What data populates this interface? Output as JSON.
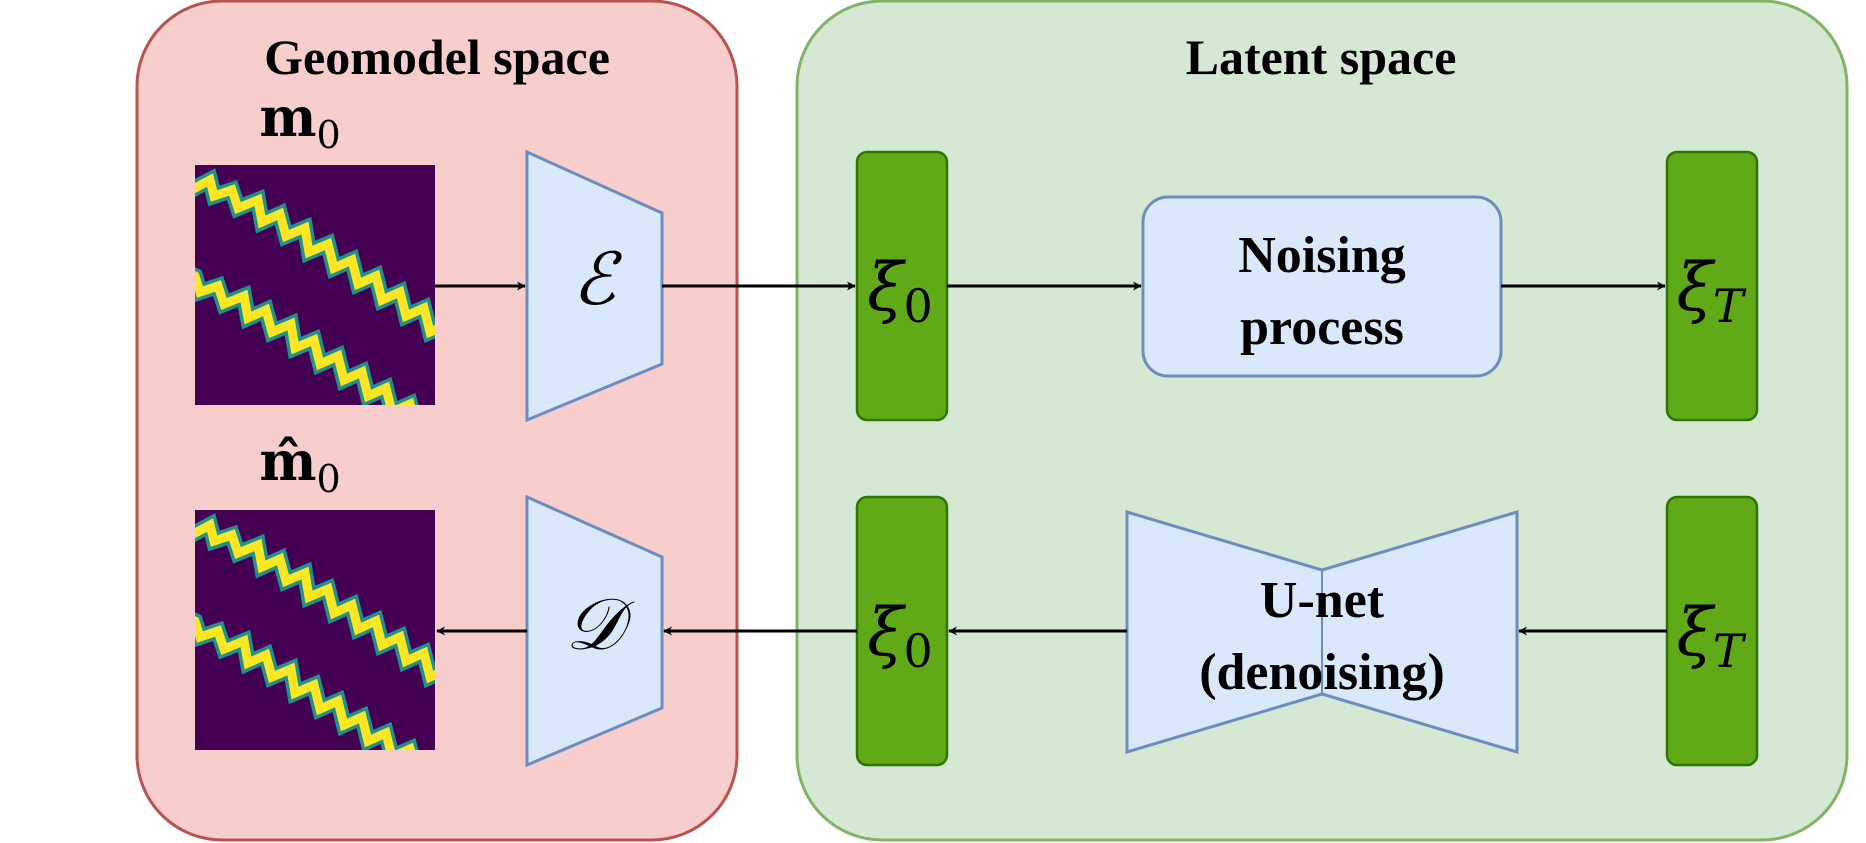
{
  "panels": {
    "geomodel": {
      "title": "Geomodel space"
    },
    "latent": {
      "title": "Latent space"
    }
  },
  "labels": {
    "m0": {
      "base": "m",
      "sub": "0"
    },
    "m0_hat": {
      "base": "m̂",
      "sub": "0"
    },
    "encoder": "ℰ",
    "decoder": "𝒟",
    "xi": "ξ",
    "sub_zero": "0",
    "sub_T": "T"
  },
  "boxes": {
    "noising": {
      "line1": "Noising",
      "line2": "process"
    },
    "unet": {
      "line1": "U-net",
      "line2": "(denoising)"
    }
  },
  "colors": {
    "geomodel_fill": "#f8cecc",
    "geomodel_stroke": "#b85450",
    "latent_fill": "#d5e8d4",
    "latent_stroke": "#82b366",
    "block_fill": "#dae8fc",
    "block_stroke": "#6c8ebf",
    "latent_vec_fill": "#60a917",
    "latent_vec_stroke": "#2d7600",
    "field_background": "#440154",
    "field_channel": "#fde725",
    "field_edge": "#21918c"
  }
}
